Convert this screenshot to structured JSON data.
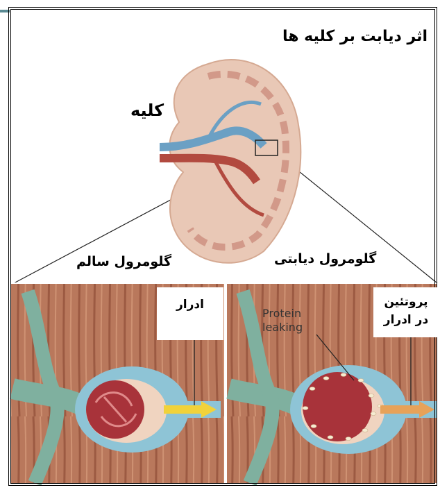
{
  "title": "اثر دیابت بر کلیه ها",
  "kidney_label": "کلیه",
  "healthy_glomerulus_label": "گلومرول سالم",
  "diabetic_glomerulus_label": "گلومرول دیابتی",
  "urine_label": "ادرار",
  "protein_in_urine_label_line1": "پروتئین",
  "protein_in_urine_label_line2": "در ادرار",
  "protein_leaking_line1": "Protein",
  "protein_leaking_line2": "leaking",
  "colors": {
    "kidney_cortex": "#e9c8b6",
    "kidney_medulla": "#c98a7a",
    "vein_blue": "#6ba0c4",
    "artery_red": "#b24a3f",
    "tissue": "#b87356",
    "capsule": "#8ec4d6",
    "glomerulus": "#a8333a",
    "urine_healthy": "#f1d23a",
    "urine_diabetic": "#e7a259",
    "vessel_teal": "#7fb09f"
  }
}
